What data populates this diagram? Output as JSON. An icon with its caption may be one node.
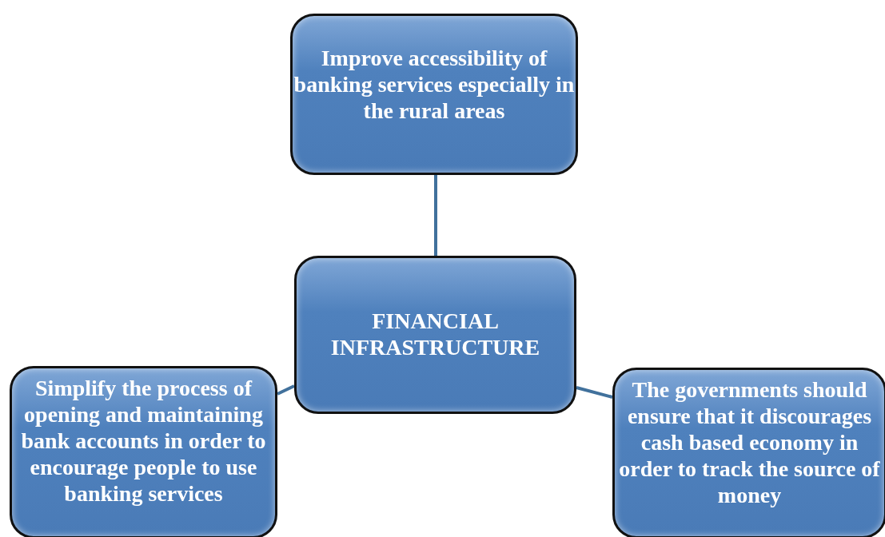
{
  "diagram": {
    "nodes": [
      {
        "text": [
          "Improve accessibility of banking services especially in the rural areas"
        ]
      },
      {
        "text": [
          "FINANCIAL INFRASTRUCTURE"
        ]
      },
      {
        "text": [
          "Simplify the process of opening and maintaining bank accounts in order to encourage people to use banking services"
        ]
      },
      {
        "text": [
          "The governments should ensure that it discourages cash based economy in order to track the source of money"
        ]
      }
    ],
    "edges": [
      {
        "from": 1,
        "to": 0,
        "arrow": "none"
      },
      {
        "from": 1,
        "to": 2,
        "arrow": "none"
      },
      {
        "from": 1,
        "to": 3,
        "arrow": "none"
      }
    ]
  }
}
